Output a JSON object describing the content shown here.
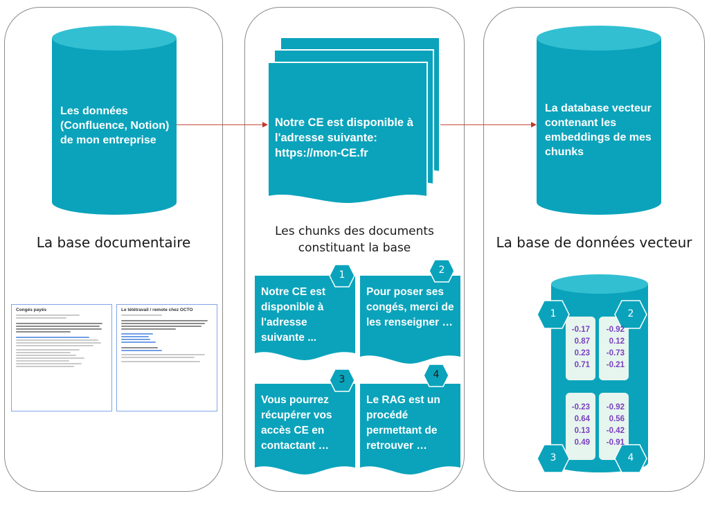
{
  "panels": {
    "left": {
      "cylinder_text": "Les données (Confluence, Notion) de mon entreprise",
      "caption": "La base documentaire",
      "thumbnails": [
        {
          "title": "Congés payés"
        },
        {
          "title": "Le télétravail / remote chez OCTO"
        }
      ]
    },
    "middle": {
      "document_text": "Notre CE est disponible à l'adresse suivante: https://mon-CE.fr",
      "caption": "Les chunks des documents constituant la base",
      "chunks": [
        {
          "number": "1",
          "text": "Notre CE est disponible à l'adresse suivante ..."
        },
        {
          "number": "2",
          "text": "Pour poser ses congés, merci de les renseigner …"
        },
        {
          "number": "3",
          "text": "Vous pourrez récupérer vos accès CE en contactant …"
        },
        {
          "number": "4",
          "text": "Le RAG est un procédé permettant de retrouver …"
        }
      ]
    },
    "right": {
      "cylinder_text": "La database vecteur contenant les embeddings de mes chunks",
      "caption": "La base de données vecteur",
      "vectors": [
        {
          "number": "1",
          "values": [
            "-0.17",
            "0.87",
            "0.23",
            "0.71"
          ]
        },
        {
          "number": "2",
          "values": [
            "-0.92",
            "0.12",
            "-0.73",
            "-0.21"
          ]
        },
        {
          "number": "3",
          "values": [
            "-0.23",
            "0.64",
            "0.13",
            "0.49"
          ]
        },
        {
          "number": "4",
          "values": [
            "-0.92",
            "0.56",
            "-0.42",
            "-0.91"
          ]
        }
      ]
    }
  },
  "colors": {
    "teal": "#0aa3bb",
    "teal_dark": "#078ea4",
    "arrow": "#c0392b",
    "vector_text": "#7a3fbf",
    "vector_bg": "#e6f5ee"
  }
}
